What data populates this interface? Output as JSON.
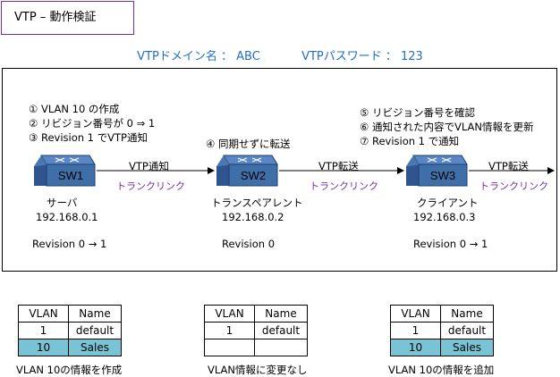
{
  "title": "VTP – 動作検証",
  "domain_label": "VTPドメイン名 ： ABC",
  "password_label": "VTPパスワード ： 123",
  "colors": {
    "accent": "#1f6fd1",
    "link": "#7030a0",
    "highlight": "#78c4d4",
    "switch": "#3f6fa8"
  },
  "steps_left": [
    "①  VLAN 10 の作成",
    "②  リビジョン番号が 0 ⇒ 1",
    "③  Revision 1 でVTP通知"
  ],
  "step_middle": "④  同期せずに転送",
  "steps_right": [
    "⑤  リビジョン番号を確認",
    "⑥  通知された内容でVLAN情報を更新",
    "⑦  Revision 1 で通知"
  ],
  "switches": [
    {
      "name": "SW1",
      "role": "サーバ",
      "ip": "192.168.0.1",
      "revision": "Revision 0  → 1"
    },
    {
      "name": "SW2",
      "role": "トランスペアレント",
      "ip": "192.168.0.2",
      "revision": "Revision 0"
    },
    {
      "name": "SW3",
      "role": "クライアント",
      "ip": "192.168.0.3",
      "revision": "Revision 0  → 1"
    }
  ],
  "links": [
    {
      "message": "VTP通知",
      "type": "トランクリンク"
    },
    {
      "message": "VTP転送",
      "type": "トランクリンク"
    },
    {
      "message": "VTP転送",
      "type": "トランクリンク"
    }
  ],
  "tables": [
    {
      "headers": [
        "VLAN",
        "Name"
      ],
      "rows": [
        [
          "1",
          "default"
        ],
        [
          "10",
          "Sales"
        ]
      ],
      "caption": "VLAN 10の情報を作成"
    },
    {
      "headers": [
        "VLAN",
        "Name"
      ],
      "rows": [
        [
          "1",
          "default"
        ],
        [
          "",
          ""
        ]
      ],
      "caption": "VLAN情報に変更なし"
    },
    {
      "headers": [
        "VLAN",
        "Name"
      ],
      "rows": [
        [
          "1",
          "default"
        ],
        [
          "10",
          "Sales"
        ]
      ],
      "caption": "VLAN 10の情報を追加"
    }
  ]
}
